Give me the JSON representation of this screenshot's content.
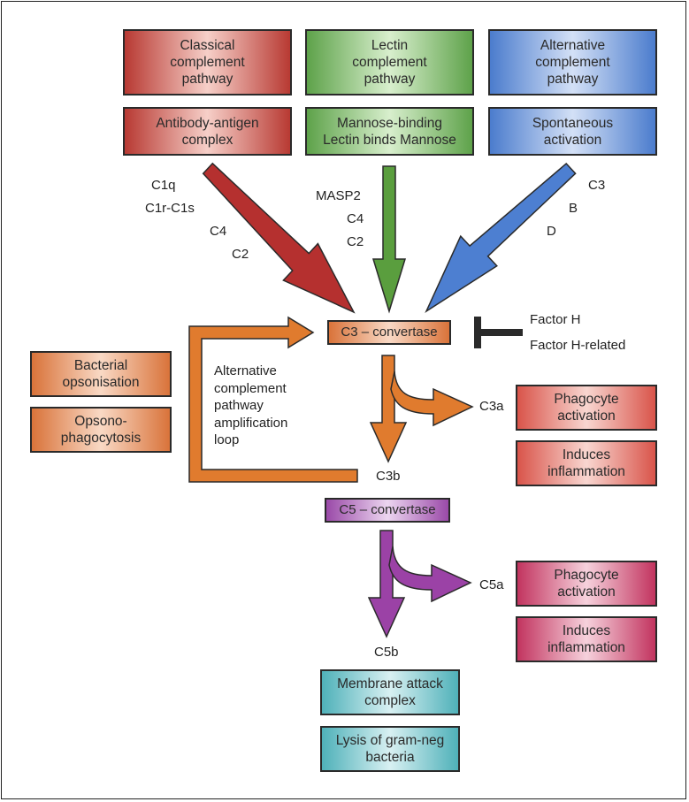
{
  "pathways": {
    "classical": {
      "title": "Classical\ncomplement\npathway",
      "trigger": "Antibody-antigen\ncomplex",
      "factors": [
        "C1q",
        "C1r-C1s",
        "C4",
        "C2"
      ]
    },
    "lectin": {
      "title": "Lectin\ncomplement\npathway",
      "trigger": "Mannose-binding\nLectin binds Mannose",
      "factors": [
        "MASP2",
        "C4",
        "C2"
      ]
    },
    "alternative": {
      "title": "Alternative\ncomplement\npathway",
      "trigger": "Spontaneous\nactivation",
      "factors": [
        "C3",
        "B",
        "D"
      ]
    }
  },
  "c3_convertase": "C3 – convertase",
  "regulators": [
    "Factor H",
    "Factor H-related"
  ],
  "amplification_loop": "Alternative\ncomplement\npathway\namplification\nloop",
  "c3b_effects": [
    "Bacterial\nopsonisation",
    "Opsono-\nphagocytosis"
  ],
  "c3a": {
    "label": "C3a",
    "effects": [
      "Phagocyte\nactivation",
      "Induces\ninflammation"
    ]
  },
  "c3b": "C3b",
  "c5_convertase": "C5 – convertase",
  "c5a": {
    "label": "C5a",
    "effects": [
      "Phagocyte\nactivation",
      "Induces\ninflammation"
    ]
  },
  "c5b": {
    "label": "C5b",
    "effects": [
      "Membrane attack\ncomplex",
      "Lysis of gram-neg\nbacteria"
    ]
  },
  "colors": {
    "classical": "#b5302f",
    "lectin": "#5a9e3e",
    "alternative": "#4d7fd1",
    "c3": "#e07b2e",
    "c5": "#9b42a6"
  }
}
